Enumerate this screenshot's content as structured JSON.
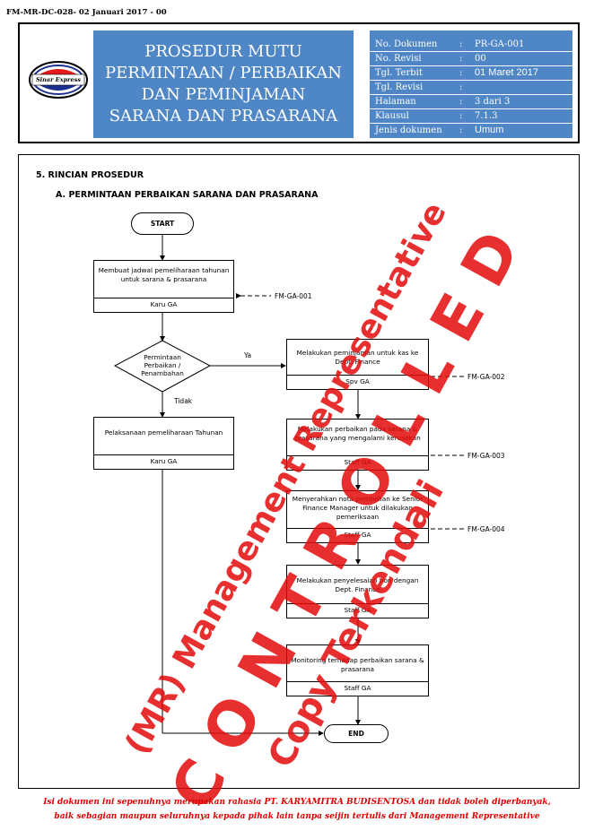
{
  "form_code": "FM-MR-DC-028- 02 Januari 2017 - 00",
  "header": {
    "logo_text": "Sinar Express",
    "title_lines": [
      "PROSEDUR MUTU",
      "PERMINTAAN / PERBAIKAN",
      "DAN PEMINJAMAN",
      "SARANA DAN PRASARANA"
    ],
    "info": [
      {
        "label": "No. Dokumen",
        "value": "PR-GA-001"
      },
      {
        "label": "No. Revisi",
        "value": "00"
      },
      {
        "label": "Tgl. Terbit",
        "value": "01 Maret 2017"
      },
      {
        "label": "Tgl. Revisi",
        "value": ""
      },
      {
        "label": "Halaman",
        "value": "3 dari 3"
      },
      {
        "label": "Klausul",
        "value": "7.1.3"
      },
      {
        "label": "Jenis dokumen",
        "value": "Umum"
      }
    ]
  },
  "content": {
    "section": "5.   RINCIAN PROSEDUR",
    "subsection": "A.   PERMINTAAN PERBAIKAN SARANA DAN PRASARANA"
  },
  "flow": {
    "start": "START",
    "end": "END",
    "step1": {
      "text": "Membuat jadwal pemeliharaan tahunan untuk sarana & prasarana",
      "role": "Karu GA"
    },
    "decision": "Permintaan Perbaikan / Penambahan",
    "ya": "Ya",
    "tidak": "Tidak",
    "step_left": {
      "text": "Pelaksanaan pemeliharaan Tahunan",
      "role": "Karu GA"
    },
    "step2": {
      "text": "Melakukan peminjaman untuk kas ke Dept. Finance",
      "role": "Spv GA"
    },
    "step3": {
      "text": "Melakukan perbaikan pada sarana & prasarana yang mengalami kerusakan",
      "role": "Staff GA"
    },
    "step4": {
      "text": "Menyerahkan nota pembelian ke Senior Finance Manager untuk dilakukan pemeriksaan",
      "role": "Staff GA"
    },
    "step5": {
      "text": "Melakukan penyelesaian bon dengan Dept. Finance",
      "role": "Staff GA"
    },
    "step6": {
      "text": "Monitoring terhadap perbaikan sarana & prasarana",
      "role": "Staff GA"
    },
    "refs": [
      "FM-GA-001",
      "FM-GA-002",
      "FM-GA-003",
      "FM-GA-004"
    ]
  },
  "watermarks": [
    "(MR) Management Representative",
    "C O N T R O L L E D",
    "Copy Terkendali"
  ],
  "footer": {
    "line1": "Isi dokumen ini sepenuhnya merupakan rahasia PT. KARYAMITRA BUDISENTOSA dan tidak boleh diperbanyak,",
    "line2": "baik sebagian maupun seluruhnya kepada pihak lain tanpa seijin tertulis dari Management Representative"
  },
  "colors": {
    "header_blue": "#4f86c6",
    "watermark_red": "#e30b0b"
  }
}
